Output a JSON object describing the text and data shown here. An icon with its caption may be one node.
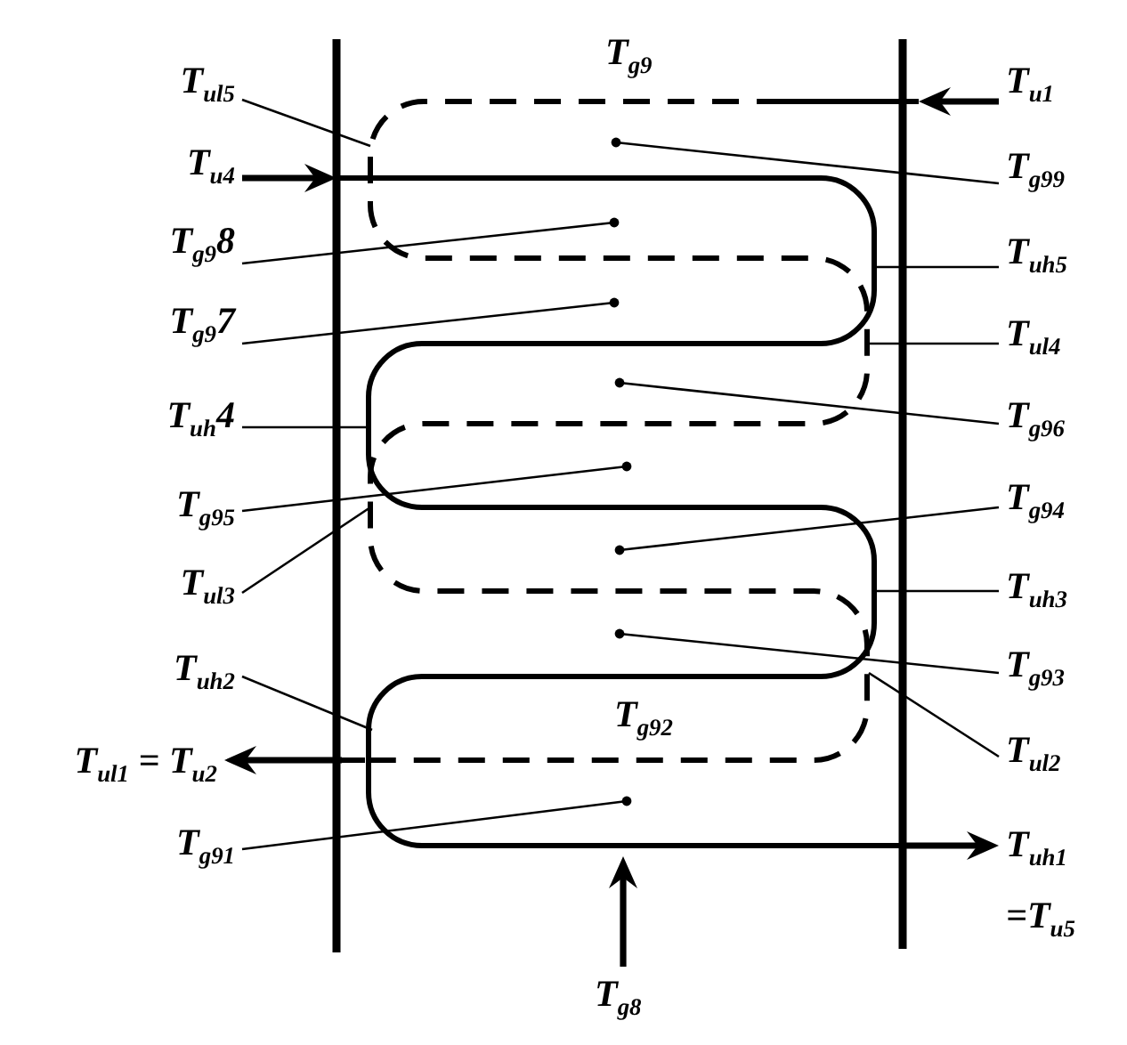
{
  "diagram": {
    "nodes": [
      {
        "text": [
          "T$_{ul5}$"
        ]
      },
      {
        "text": [
          "T$_{u1}$"
        ]
      },
      {
        "text": [
          "T$_{u4}$"
        ]
      },
      {
        "text": [
          "T$_{g99}$"
        ]
      },
      {
        "text": [
          "T$_{g9}$8"
        ]
      },
      {
        "text": [
          "T$_{uh5}$"
        ]
      },
      {
        "text": [
          "T$_{g9}$7"
        ]
      },
      {
        "text": [
          "T$_{ul4}$"
        ]
      },
      {
        "text": [
          "T$_{uh}$4"
        ]
      },
      {
        "text": [
          "T$_{g96}$"
        ]
      },
      {
        "text": [
          "T$_{g95}$"
        ]
      },
      {
        "text": [
          "T$_{g94}$"
        ]
      },
      {
        "text": [
          "T$_{ul3}$"
        ]
      },
      {
        "text": [
          "T$_{uh3}$"
        ]
      },
      {
        "text": [
          "T$_{uh2}$"
        ]
      },
      {
        "text": [
          "T$_{g93}$"
        ]
      },
      {
        "text": [
          "T$_{ul1}$ = T$_{u2}$"
        ]
      },
      {
        "text": [
          "T$_{ul2}$"
        ]
      },
      {
        "text": [
          "T$_{g91}$"
        ]
      },
      {
        "text": [
          "T$_{uh1}$ =T$_{u5}$"
        ]
      },
      {
        "text": [
          "T$_{g8}$"
        ]
      }
    ],
    "edges": [
      {
        "from": 0,
        "to": null,
        "arrow": "none"
      },
      {
        "from": 1,
        "to": null,
        "arrow": "to",
        "style": "thick"
      },
      {
        "from": 2,
        "to": null,
        "arrow": "to",
        "style": "thick"
      },
      {
        "from": 3,
        "to": null,
        "arrow": "other"
      },
      {
        "from": 4,
        "to": null,
        "arrow": "other"
      },
      {
        "from": 5,
        "to": null,
        "arrow": "none"
      },
      {
        "from": 6,
        "to": null,
        "arrow": "other"
      },
      {
        "from": 7,
        "to": null,
        "arrow": "none"
      },
      {
        "from": 8,
        "to": null,
        "arrow": "none"
      },
      {
        "from": 9,
        "to": null,
        "arrow": "other"
      },
      {
        "from": 10,
        "to": null,
        "arrow": "other"
      },
      {
        "from": 11,
        "to": null,
        "arrow": "other"
      },
      {
        "from": 12,
        "to": null,
        "arrow": "none"
      },
      {
        "from": 13,
        "to": null,
        "arrow": "none"
      },
      {
        "from": 14,
        "to": null,
        "arrow": "none"
      },
      {
        "from": 15,
        "to": null,
        "arrow": "other"
      },
      {
        "from": null,
        "to": 16,
        "arrow": "to",
        "style": "thick"
      },
      {
        "from": 17,
        "to": null,
        "arrow": "none"
      },
      {
        "from": 18,
        "to": null,
        "arrow": "other"
      },
      {
        "from": null,
        "to": 19,
        "arrow": "to",
        "style": "thick"
      },
      {
        "from": 20,
        "to": null,
        "arrow": "to",
        "style": "thick"
      }
    ],
    "labels": [
      "T$_{g9}$",
      "T$_{g92}$"
    ]
  }
}
